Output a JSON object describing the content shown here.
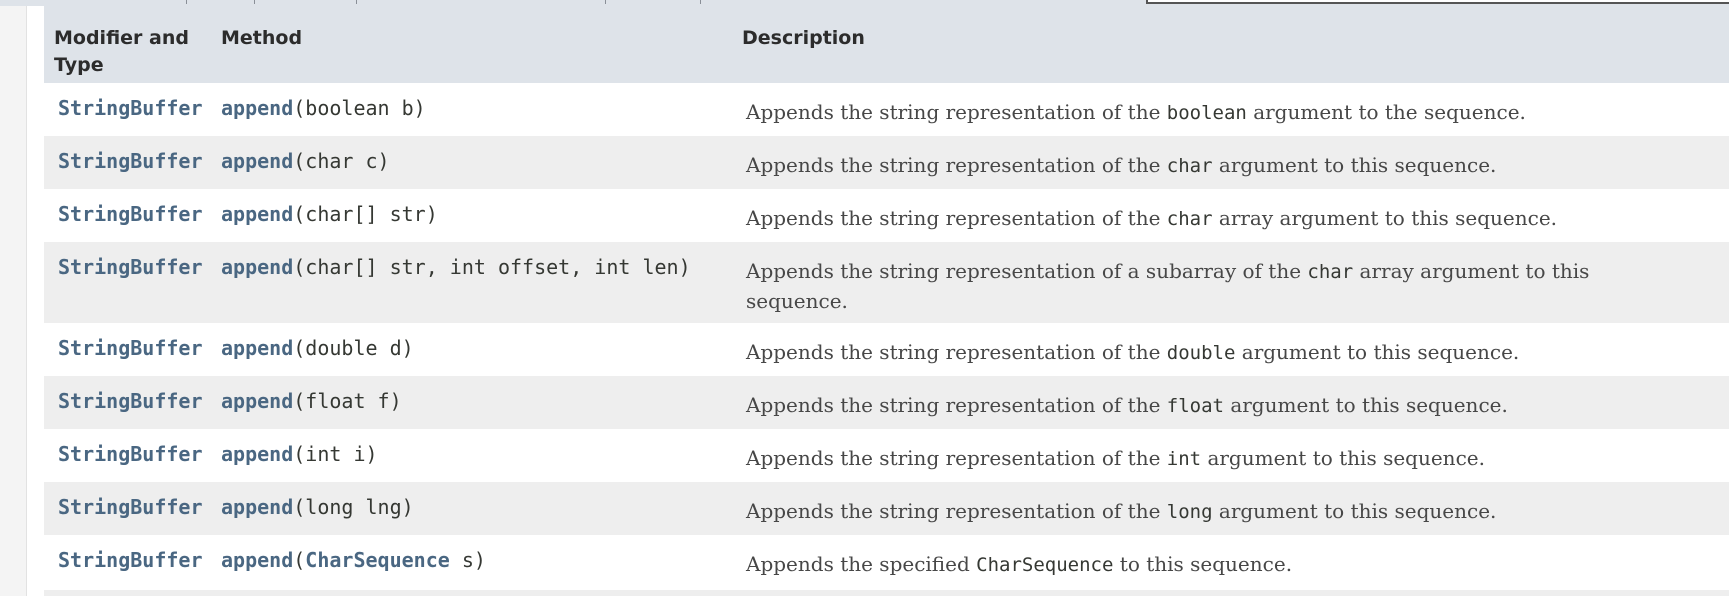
{
  "table": {
    "headers": {
      "modifier": "Modifier and",
      "modifier2": "Type",
      "method": "Method",
      "description": "Description"
    },
    "rows": [
      {
        "type": "StringBuffer",
        "method": "append",
        "open": "(",
        "params": "boolean b",
        "close": ")",
        "desc_pre": "Appends the string representation of the ",
        "desc_code": "boolean",
        "desc_post": " argument to the sequence."
      },
      {
        "type": "StringBuffer",
        "method": "append",
        "open": "(",
        "params": "char c",
        "close": ")",
        "desc_pre": "Appends the string representation of the ",
        "desc_code": "char",
        "desc_post": " argument to this sequence."
      },
      {
        "type": "StringBuffer",
        "method": "append",
        "open": "(",
        "params": "char[] str",
        "close": ")",
        "desc_pre": "Appends the string representation of the ",
        "desc_code": "char",
        "desc_post": " array argument to this sequence."
      },
      {
        "type": "StringBuffer",
        "method": "append",
        "open": "(",
        "params": "char[] str, int offset, int len",
        "close": ")",
        "desc_pre": "Appends the string representation of a subarray of the ",
        "desc_code": "char",
        "desc_post": " array argument to this sequence."
      },
      {
        "type": "StringBuffer",
        "method": "append",
        "open": "(",
        "params": "double d",
        "close": ")",
        "desc_pre": "Appends the string representation of the ",
        "desc_code": "double",
        "desc_post": " argument to this sequence."
      },
      {
        "type": "StringBuffer",
        "method": "append",
        "open": "(",
        "params": "float f",
        "close": ")",
        "desc_pre": "Appends the string representation of the ",
        "desc_code": "float",
        "desc_post": " argument to this sequence."
      },
      {
        "type": "StringBuffer",
        "method": "append",
        "open": "(",
        "params": "int i",
        "close": ")",
        "desc_pre": "Appends the string representation of the ",
        "desc_code": "int",
        "desc_post": " argument to this sequence."
      },
      {
        "type": "StringBuffer",
        "method": "append",
        "open": "(",
        "params": "long lng",
        "close": ")",
        "desc_pre": "Appends the string representation of the ",
        "desc_code": "long",
        "desc_post": " argument to this sequence."
      },
      {
        "type": "StringBuffer",
        "method": "append",
        "open": "(",
        "param_type": "CharSequence",
        "params": " s",
        "close": ")",
        "desc_pre": "Appends the specified ",
        "desc_code": "CharSequence",
        "desc_post": " to this sequence."
      }
    ]
  },
  "colors": {
    "header_bg": "#dee3e9",
    "link": "#4a6782",
    "row_alt": "#eeeeee"
  }
}
